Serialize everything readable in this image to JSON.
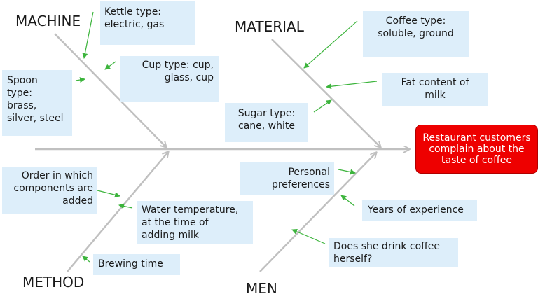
{
  "categories": {
    "machine": "MACHINE",
    "material": "MATERIAL",
    "method": "METHOD",
    "men": "MEN"
  },
  "effect": "Restaurant customers complain about the taste of coffee",
  "causes": {
    "kettle_type": "Kettle type:\nelectric, gas",
    "cup_type": "Cup type: cup,\nglass, cup",
    "spoon_type": "Spoon\ntype:\nbrass,\nsilver, steel",
    "coffee_type": "Coffee type:\nsoluble, ground",
    "fat_content": "Fat content of\nmilk",
    "sugar_type": "Sugar type:\ncane, white",
    "order_components": "Order in which\ncomponents are\nadded",
    "water_temperature": "Water temperature,\nat the time of\nadding milk",
    "brewing_time": "Brewing time",
    "personal_preferences": "Personal\npreferences",
    "years_experience": "Years of experience",
    "drink_coffee": "Does she drink coffee\nherself?"
  },
  "colors": {
    "bones": "#c0c0c0",
    "arrows": "#3cb43c",
    "box_fill": "#ddeefa",
    "effect_fill": "#ee0000"
  }
}
